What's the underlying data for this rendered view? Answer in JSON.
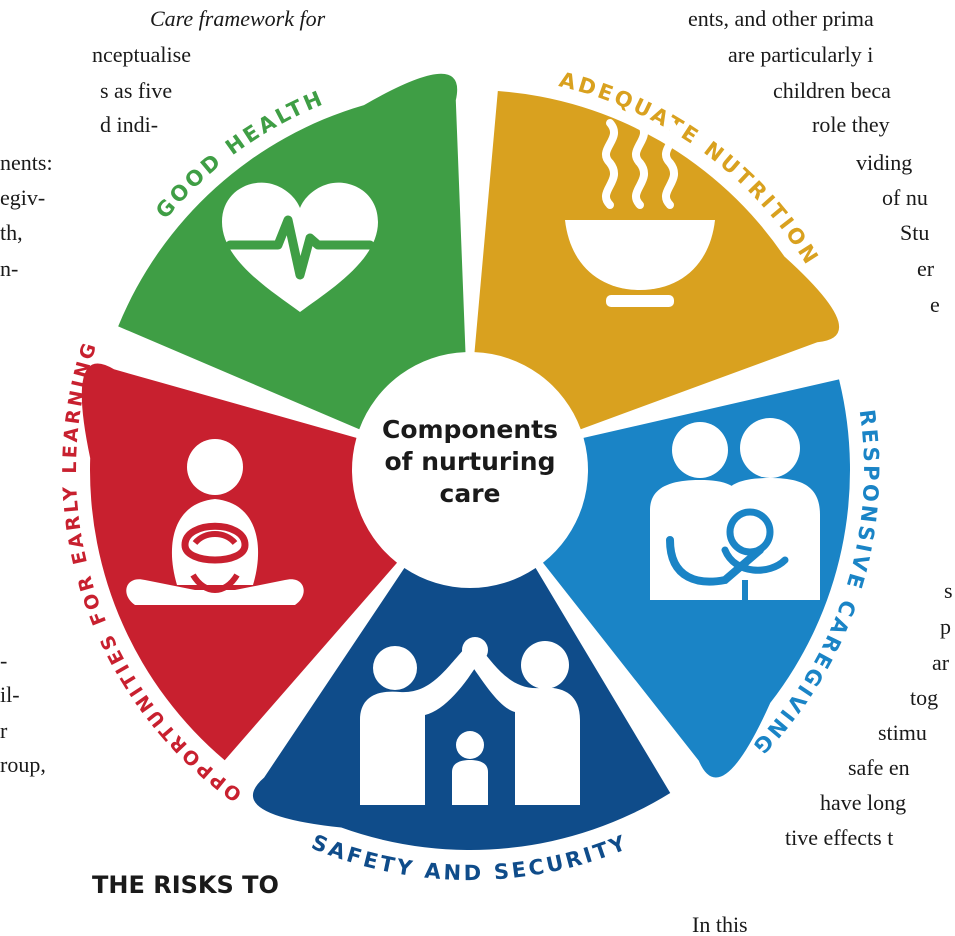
{
  "center_label": [
    "Components",
    "of nurturing",
    "care"
  ],
  "segments": [
    {
      "label": "GOOD HEALTH",
      "color": "#3f9e45",
      "icon": "heart-pulse-icon"
    },
    {
      "label": "ADEQUATE NUTRITION",
      "color": "#d9a11f",
      "icon": "soup-bowl-icon"
    },
    {
      "label": "RESPONSIVE CAREGIVING",
      "color": "#1a84c6",
      "icon": "parents-with-baby-icon"
    },
    {
      "label": "SAFETY AND SECURITY",
      "color": "#0f4c8a",
      "icon": "family-shelter-icon"
    },
    {
      "label": "OPPORTUNITIES FOR EARLY LEARNING",
      "color": "#c8202f",
      "icon": "child-playing-icon"
    }
  ],
  "left_text": [
    "Care framework for",
    "nceptualise",
    "s as five",
    "d indi-",
    "nents:",
    "egiv-",
    "th,",
    "n-"
  ],
  "left_text_lower": [
    "-",
    "il-",
    "r",
    "roup,"
  ],
  "right_text": [
    "ents, and other prima",
    "are particularly i",
    "children beca",
    "role they",
    "viding",
    "of nu",
    "Stu",
    "er",
    "e"
  ],
  "right_text_lower": [
    "s",
    "p",
    "ar",
    "tog",
    "stimu",
    "safe en",
    "have long",
    "tive effects t"
  ],
  "bottom_heading": "THE RISKS TO",
  "bottom_right_text": "In this"
}
